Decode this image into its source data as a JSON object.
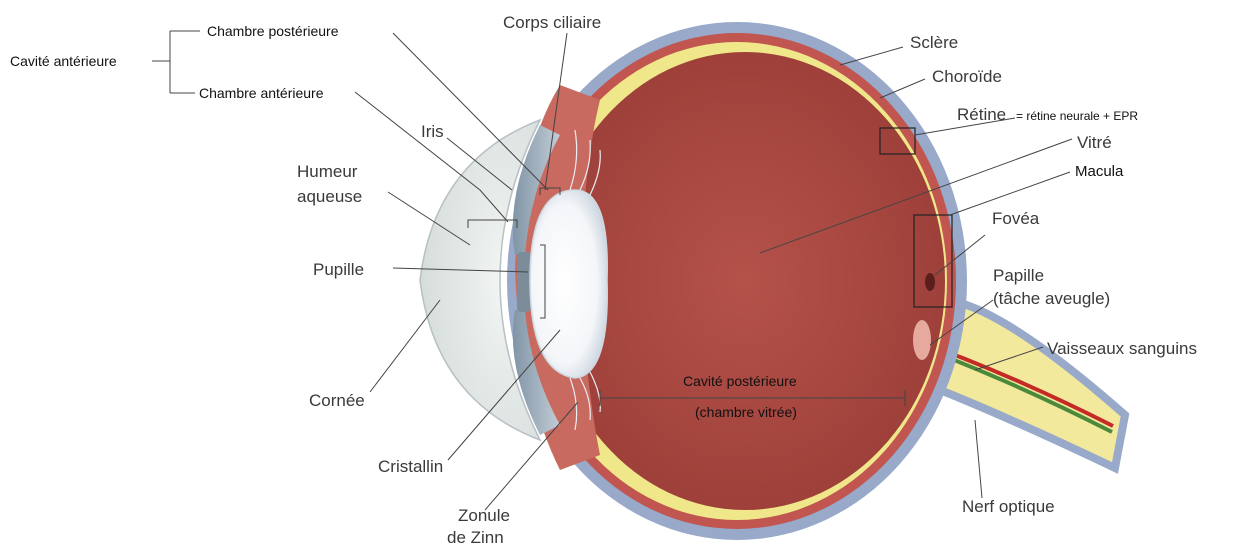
{
  "labels": {
    "cavite_anterieure": "Cavité antérieure",
    "chambre_posterieure": "Chambre postérieure",
    "chambre_anterieure": "Chambre antérieure",
    "corps_ciliaire": "Corps ciliaire",
    "iris": "Iris",
    "humeur_aqueuse_1": "Humeur",
    "humeur_aqueuse_2": "aqueuse",
    "pupille": "Pupille",
    "cornee": "Cornée",
    "cristallin": "Cristallin",
    "zonule_1": "Zonule",
    "zonule_2": "de Zinn",
    "sclere": "Sclère",
    "choroide": "Choroïde",
    "retine": "Rétine",
    "retine_detail": "= rétine neurale + EPR",
    "vitre": "Vitré",
    "macula": "Macula",
    "fovea": "Fovéa",
    "papille_1": "Papille",
    "papille_2": "(tâche aveugle)",
    "vaisseaux": "Vaisseaux sanguins",
    "nerf_optique": "Nerf optique",
    "cavite_posterieure": "Cavité postérieure",
    "chambre_vitree": "(chambre vitrée)"
  },
  "colors": {
    "sclera": "#98a9c9",
    "choroid": "#c0564f",
    "retina": "#f0e68a",
    "vitreous": "#a9463f",
    "nerve": "#f3e99c",
    "vessel_red": "#c42a26",
    "vessel_green": "#4b8a3c"
  }
}
